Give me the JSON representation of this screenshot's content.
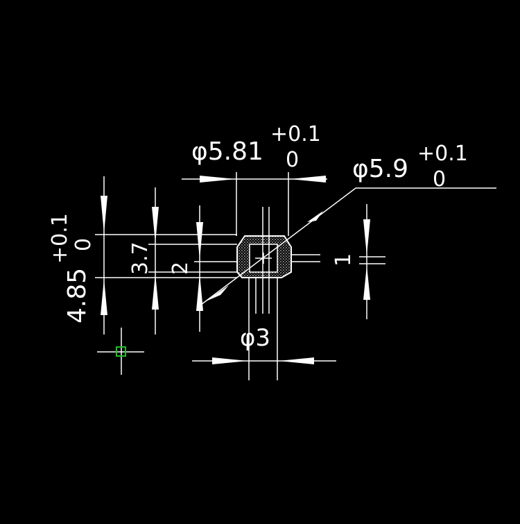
{
  "colors": {
    "background": "#000000",
    "line": "#ffffff",
    "marker": "#1fbf2a"
  },
  "dimensions": {
    "outer_diameter": {
      "value": "φ5.81",
      "tol_upper": "+0.1",
      "tol_lower": "0"
    },
    "leader_diameter": {
      "value": "φ5.9",
      "tol_upper": "+0.1",
      "tol_lower": "0"
    },
    "height_total": {
      "value": "4.85",
      "tol_upper": "+0.1",
      "tol_lower": "0"
    },
    "height_mid": {
      "value": "3.7"
    },
    "height_inner": {
      "value": "2"
    },
    "gap": {
      "value": "1"
    },
    "inner_diameter": {
      "value": "φ3"
    }
  }
}
